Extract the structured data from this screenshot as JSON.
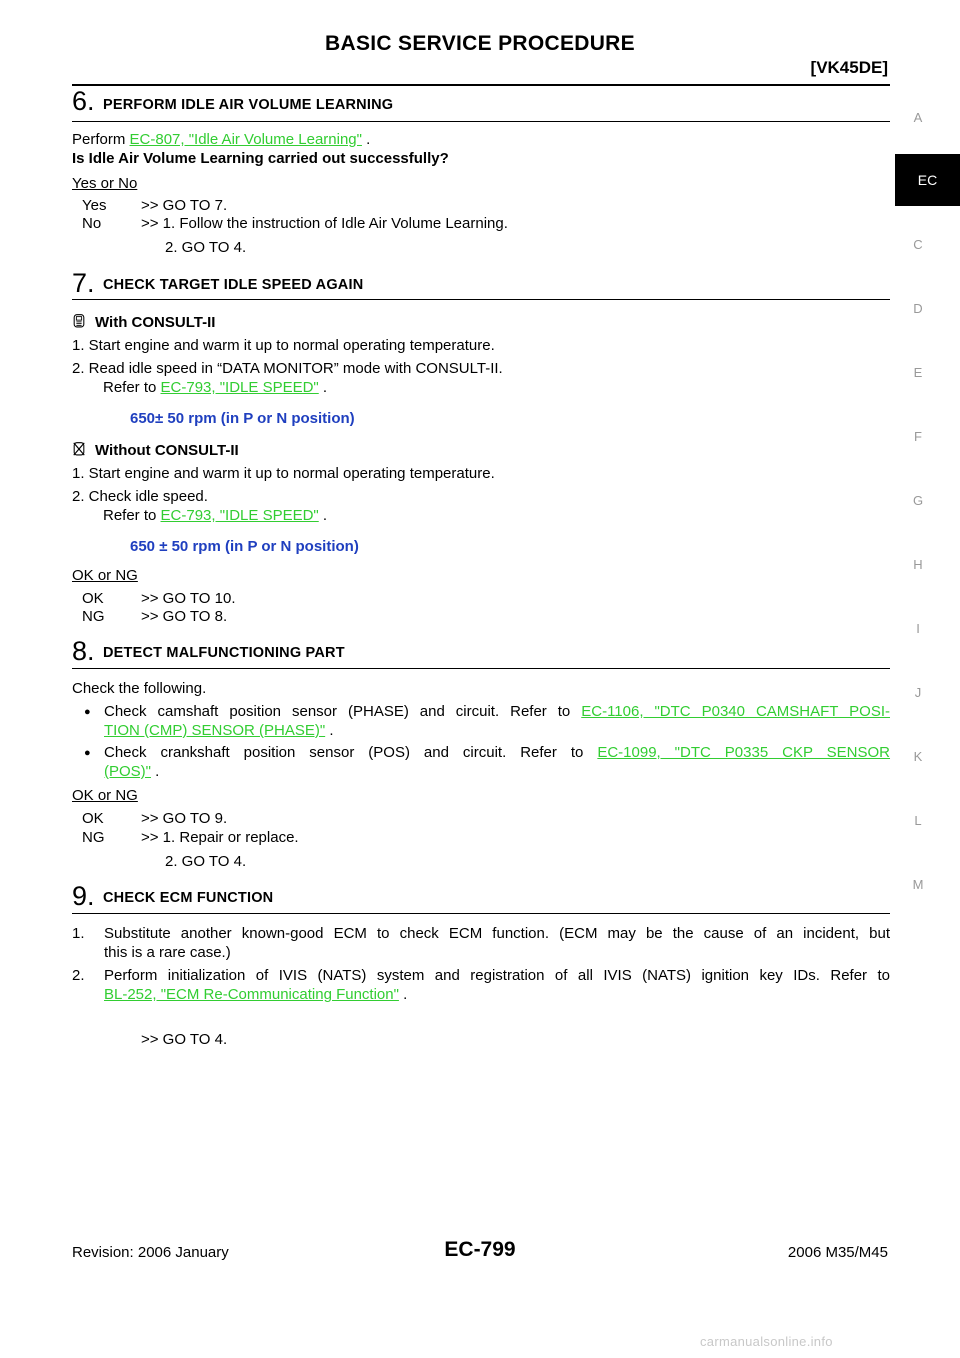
{
  "header": {
    "title": "BASIC SERVICE PROCEDURE",
    "code": "[VK45DE]"
  },
  "side_tabs": [
    "A",
    "EC",
    "C",
    "D",
    "E",
    "F",
    "G",
    "H",
    "I",
    "J",
    "K",
    "L",
    "M"
  ],
  "active_tab": "EC",
  "step6": {
    "num": "6.",
    "title": "PERFORM IDLE AIR VOLUME LEARNING",
    "perform_prefix": "Perform ",
    "perform_link": "EC-807, \"Idle Air Volume Learning\"",
    "perform_suffix": " .",
    "question": "Is Idle Air Volume Learning carried out successfully?",
    "choice": "Yes or No",
    "yes_key": "Yes",
    "yes_val": ">> GO TO 7.",
    "no_key": "No",
    "no_val": ">> 1. Follow the instruction of Idle Air Volume Learning.",
    "no_val2": "2. GO TO 4."
  },
  "step7": {
    "num": "7.",
    "title": "CHECK TARGET IDLE SPEED AGAIN",
    "with_label": "With CONSULT-II",
    "with_1": "1.  Start engine and warm it up to normal operating temperature.",
    "with_2": "2.  Read idle speed in “DATA MONITOR” mode with CONSULT-II.",
    "with_2_ref_prefix": "Refer to ",
    "with_2_ref_link": "EC-793, \"IDLE SPEED\"",
    "with_2_ref_suffix": " .",
    "spec1": "650± 50 rpm (in P or N position)",
    "without_label": "Without CONSULT-II",
    "without_1": "1.  Start engine and warm it up to normal operating temperature.",
    "without_2": "2.  Check idle speed.",
    "without_2_ref_prefix": "Refer to ",
    "without_2_ref_link": "EC-793, \"IDLE SPEED\"",
    "without_2_ref_suffix": " .",
    "spec2": "650 ± 50 rpm (in P or N position)",
    "choice": "OK or NG",
    "ok_key": "OK",
    "ok_val": ">> GO TO 10.",
    "ng_key": "NG",
    "ng_val": ">> GO TO 8."
  },
  "step8": {
    "num": "8.",
    "title": "DETECT MALFUNCTIONING PART",
    "intro": "Check the following.",
    "b1_text": "Check camshaft position sensor (PHASE) and circuit. Refer to ",
    "b1_link1": "EC-1106, \"DTC P0340 CAMSHAFT POSI-",
    "b1_link2": "TION (CMP) SENSOR (PHASE)\"",
    "b1_suffix": " .",
    "b2_text": "Check crankshaft position sensor (POS) and circuit. Refer to ",
    "b2_link1": "EC-1099, \"DTC P0335 CKP SENSOR",
    "b2_link2": "(POS)\"",
    "b2_suffix": " .",
    "choice": "OK or NG",
    "ok_key": "OK",
    "ok_val": ">> GO TO 9.",
    "ng_key": "NG",
    "ng_val": ">> 1. Repair or replace.",
    "ng_val2": "2. GO TO 4."
  },
  "step9": {
    "num": "9.",
    "title": "CHECK ECM FUNCTION",
    "p1_num": "1.",
    "p1_line1": "Substitute another known-good ECM to check ECM function. (ECM may be the cause of an incident, but",
    "p1_line2": "this is a rare case.)",
    "p2_num": "2.",
    "p2_line1": "Perform initialization of IVIS (NATS) system and registration of all IVIS (NATS) ignition key IDs. Refer to",
    "p2_link": "BL-252, \"ECM Re-Communicating Function\"",
    "p2_suffix": " .",
    "goto": ">> GO TO 4."
  },
  "footer": {
    "revision": "Revision: 2006 January",
    "page": "EC-799",
    "model": "2006 M35/M45"
  },
  "watermark": "carmanualsonline.info"
}
